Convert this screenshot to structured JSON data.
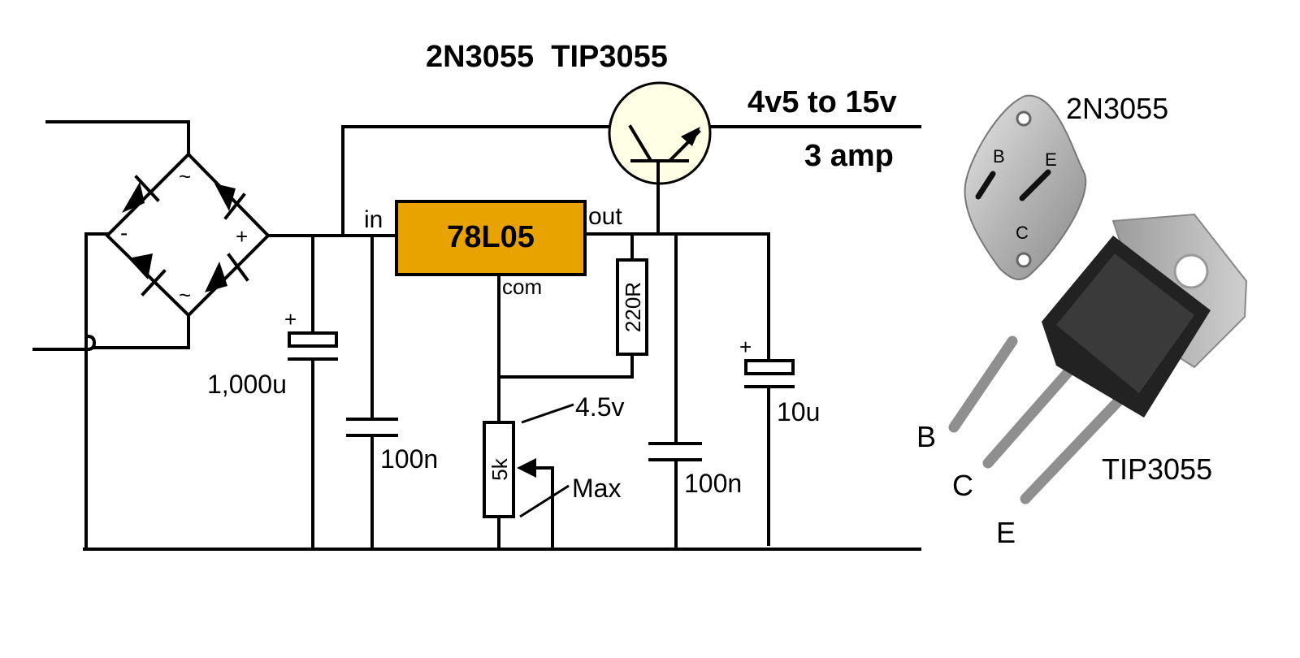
{
  "header": {
    "transistor_title": "2N3055  TIP3055",
    "output_voltage": "4v5 to 15v",
    "output_current": "3 amp"
  },
  "bridge": {
    "plus": "+",
    "minus": "-",
    "ac_top": "~",
    "ac_bottom": "~"
  },
  "regulator": {
    "name": "78L05",
    "in_label": "in",
    "out_label": "out",
    "com_label": "com",
    "fill_color": "#e8a300"
  },
  "components": {
    "cap_main": {
      "value": "1,000u",
      "polarity": "+"
    },
    "cap_in": {
      "value": "100n"
    },
    "resistor": {
      "value": "220R"
    },
    "pot": {
      "value": "5k",
      "min_label": "4.5v",
      "max_label": "Max"
    },
    "cap_out": {
      "value": "100n"
    },
    "cap_out_elec": {
      "value": "10u",
      "polarity": "+"
    }
  },
  "packages": {
    "to3": {
      "name": "2N3055",
      "pins": {
        "b": "B",
        "e": "E",
        "c": "C"
      }
    },
    "to218": {
      "name": "TIP3055",
      "pins": {
        "b": "B",
        "c": "C",
        "e": "E"
      }
    }
  }
}
